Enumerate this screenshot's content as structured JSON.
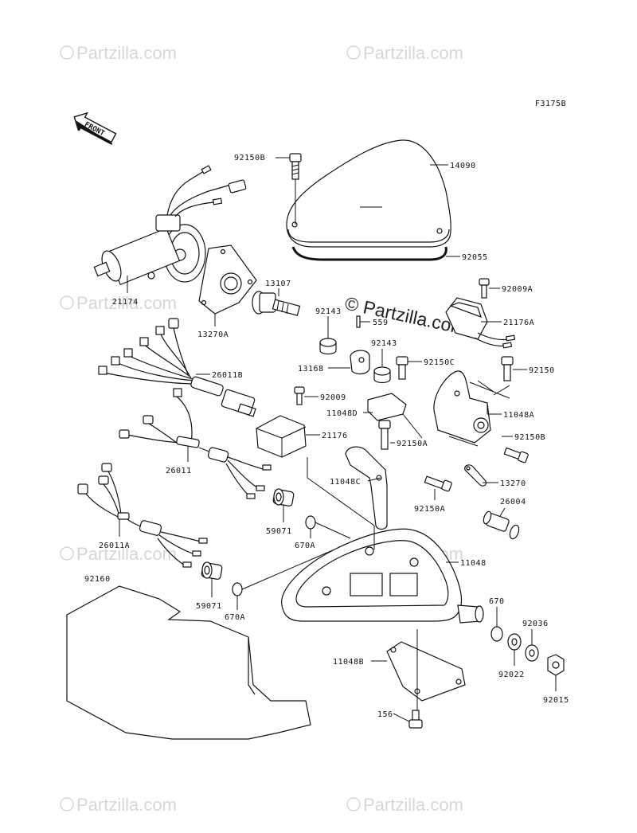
{
  "figure_code": "F3175B",
  "front_label": "FRONT",
  "watermark_text": "Partzilla.com",
  "watermark_center_text": "© Partzilla.com",
  "labels": {
    "p92150B": "92150B",
    "p14090": "14090",
    "p92055": "92055",
    "p21174": "21174",
    "p13270A": "13270A",
    "p13107": "13107",
    "p92009A": "92009A",
    "p21176A": "21176A",
    "p92143a": "92143",
    "p559": "559",
    "p92143b": "92143",
    "p92150C": "92150C",
    "p13168": "13168",
    "p92150": "92150",
    "p26011B": "26011B",
    "p92009": "92009",
    "p11048D": "11048D",
    "p11048A": "11048A",
    "p21176": "21176",
    "p92150A_a": "92150A",
    "p92150B_b": "92150B",
    "p26011": "26011",
    "p11048C": "11048C",
    "p13270": "13270",
    "p92150A_b": "92150A",
    "p26004": "26004",
    "p59071a": "59071",
    "p670Aa": "670A",
    "p26011A": "26011A",
    "p11048": "11048",
    "p92160": "92160",
    "p59071b": "59071",
    "p670Ab": "670A",
    "p670": "670",
    "p92036": "92036",
    "p11048B": "11048B",
    "p92022": "92022",
    "p92015": "92015",
    "p156": "156"
  }
}
